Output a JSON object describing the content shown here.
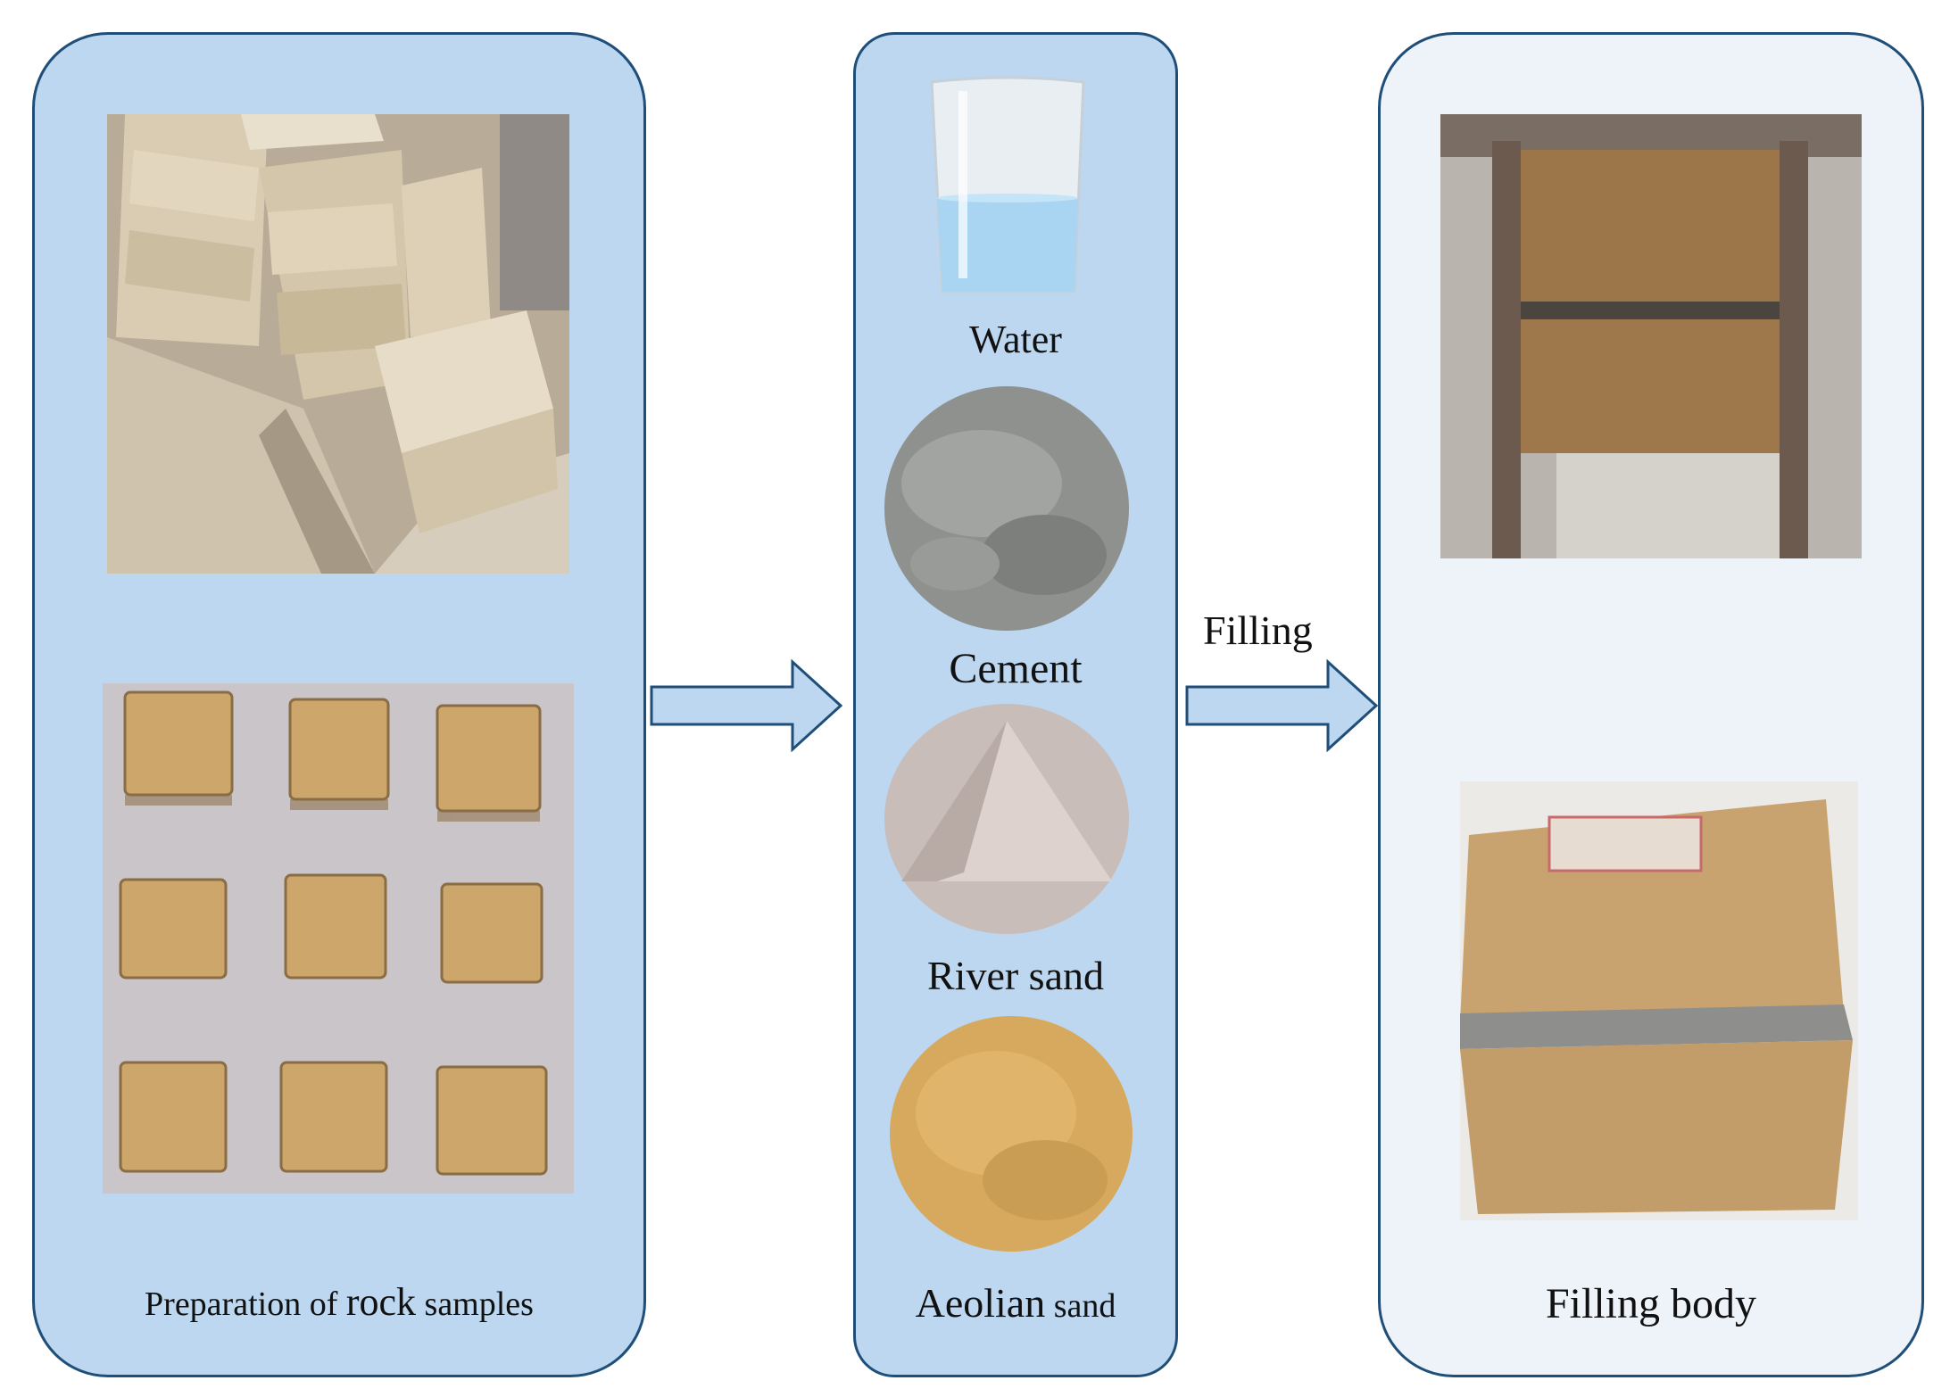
{
  "panels": {
    "rock": {
      "caption_pre": "Preparation of ",
      "caption_key": "rock",
      "caption_post": " samples",
      "fill_color": "#bcd7ef"
    },
    "materials": {
      "fill_color": "#bcd7ef",
      "items": [
        "Water",
        "Cement",
        "River sand"
      ],
      "last_item_main": "Aeolian",
      "last_item_rest": " sand"
    },
    "filling_body": {
      "caption": "Filling body",
      "fill_color": "#eef3fa"
    }
  },
  "arrows": {
    "arrow2_label": "Filling",
    "fill_color": "#bcd7ef",
    "stroke_color": "#1f4e79"
  }
}
